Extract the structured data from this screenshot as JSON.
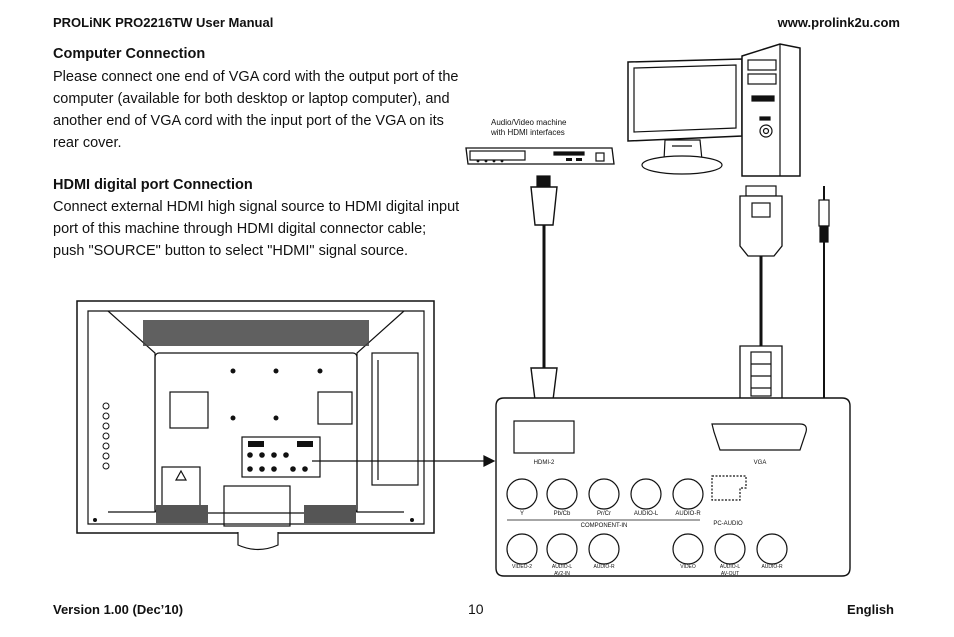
{
  "header": {
    "title": "PROLiNK PRO2216TW User Manual",
    "website": "www.prolink2u.com"
  },
  "sections": [
    {
      "title": "Computer Connection",
      "body": "Please connect one end of VGA cord with the output port of the computer (available for both desktop or laptop computer), and another end of VGA cord with the input port of the VGA on its rear cover."
    },
    {
      "title": "HDMI digital port Connection",
      "body": "Connect external HDMI high signal source to HDMI digital input port of this machine through HDMI digital connector cable; push \"SOURCE\" button to select \"HDMI\" signal source."
    }
  ],
  "diagram": {
    "av_machine_label_line1": "Audio/Video machine",
    "av_machine_label_line2": "with HDMI interfaces",
    "ports": {
      "hdmi": "HDMI-2",
      "vga": "VGA",
      "pc_audio": "PC-AUDIO",
      "component_y": "Y",
      "component_pb": "Pb/Cb",
      "component_pr": "Pr/Cr",
      "component_audio_l": "AUDIO-L",
      "component_audio_r": "AUDIO-R",
      "component_group": "COMPONENT-IN",
      "av2_video": "VIDEO-2",
      "av2_audio_l": "AUDIO-L",
      "av2_audio_r": "AUDIO-R",
      "av2_group": "AV2-IN",
      "avout_video": "VIDEO",
      "avout_audio_l": "AUDIO-L",
      "avout_audio_r": "AUDIO-R",
      "avout_group": "AV-OUT"
    }
  },
  "footer": {
    "version": "Version 1.00 (Dec’10)",
    "page_number": "10",
    "language": "English"
  }
}
